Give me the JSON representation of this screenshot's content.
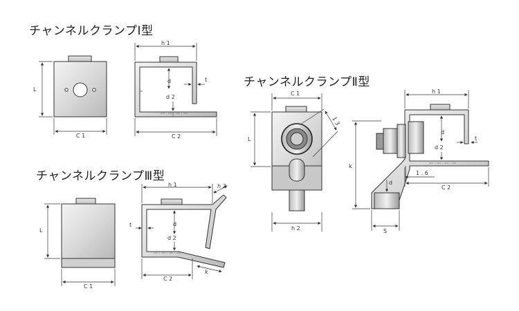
{
  "titles": {
    "type1": "チャンネルクランプⅠ型",
    "type2": "チャンネルクランプⅡ型",
    "type3": "チャンネルクランプⅢ型"
  },
  "labels": {
    "L": "L",
    "C1": "C 1",
    "C2": "C 2",
    "h1": "h 1",
    "h2": "h 2",
    "d": "d",
    "d2": "d 2",
    "t": "t",
    "k": "k",
    "s": "S",
    "v13": "1 3",
    "v16": "1 . 6"
  }
}
